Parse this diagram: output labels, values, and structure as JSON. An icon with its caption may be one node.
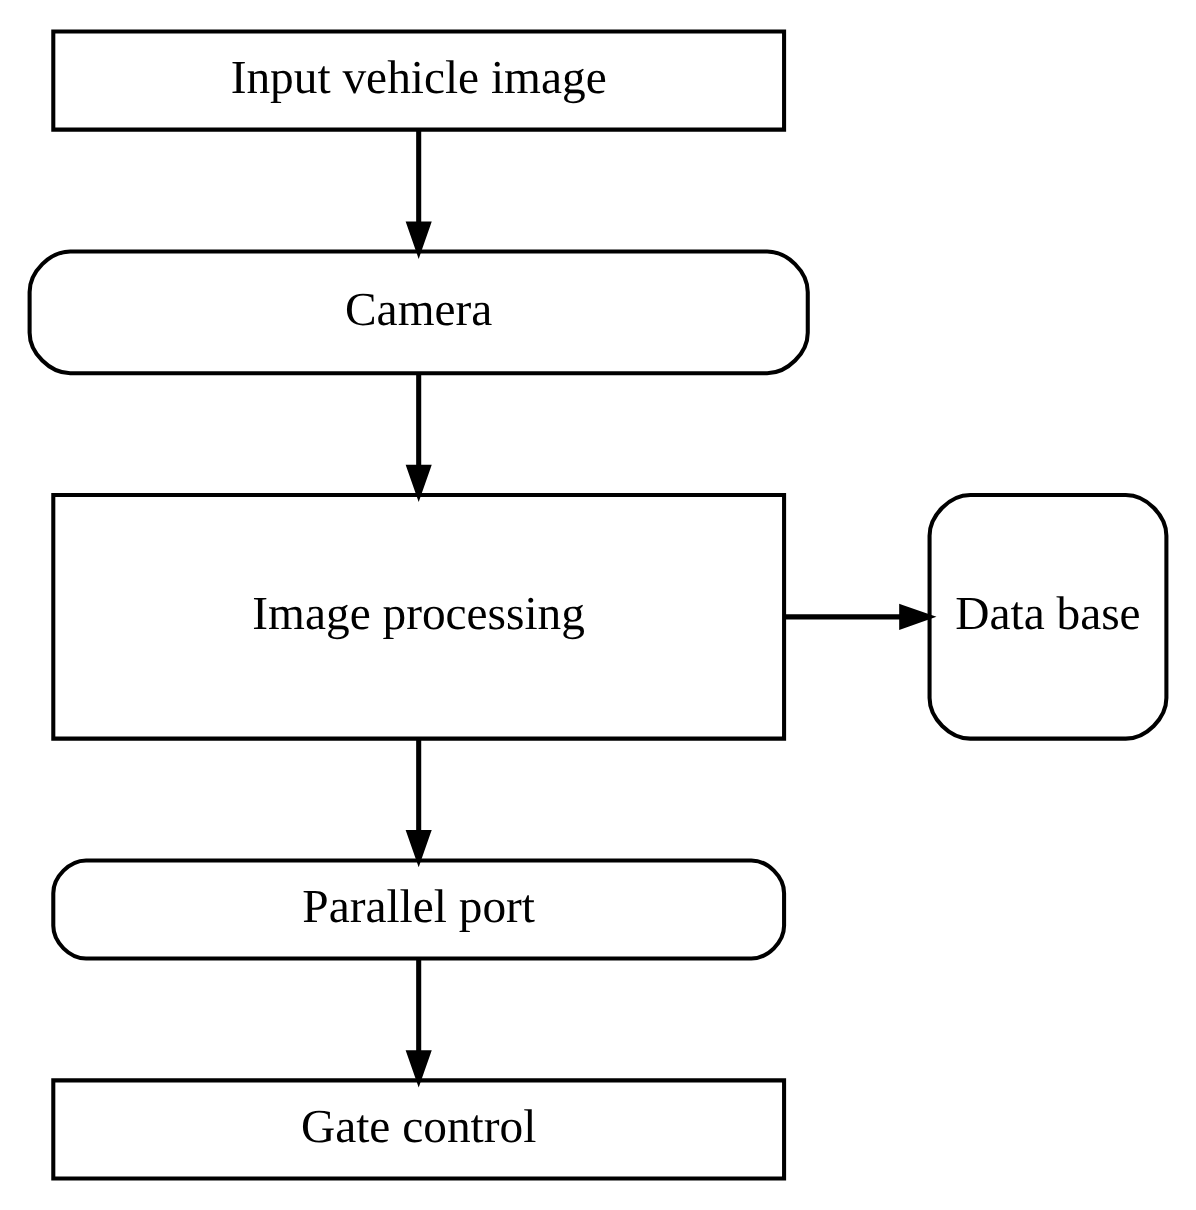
{
  "diagram": {
    "nodes": [
      {
        "text": [
          "Input vehicle image"
        ]
      },
      {
        "text": [
          "Camera"
        ]
      },
      {
        "text": [
          "Image processing"
        ]
      },
      {
        "text": [
          "Data base"
        ]
      },
      {
        "text": [
          "Parallel port"
        ]
      },
      {
        "text": [
          "Gate control"
        ]
      }
    ],
    "edges": [
      {
        "from": 0,
        "to": 1,
        "arrow": "to"
      },
      {
        "from": 1,
        "to": 2,
        "arrow": "to"
      },
      {
        "from": 2,
        "to": 3,
        "arrow": "to"
      },
      {
        "from": 2,
        "to": 4,
        "arrow": "to"
      },
      {
        "from": 4,
        "to": 5,
        "arrow": "to"
      }
    ]
  }
}
